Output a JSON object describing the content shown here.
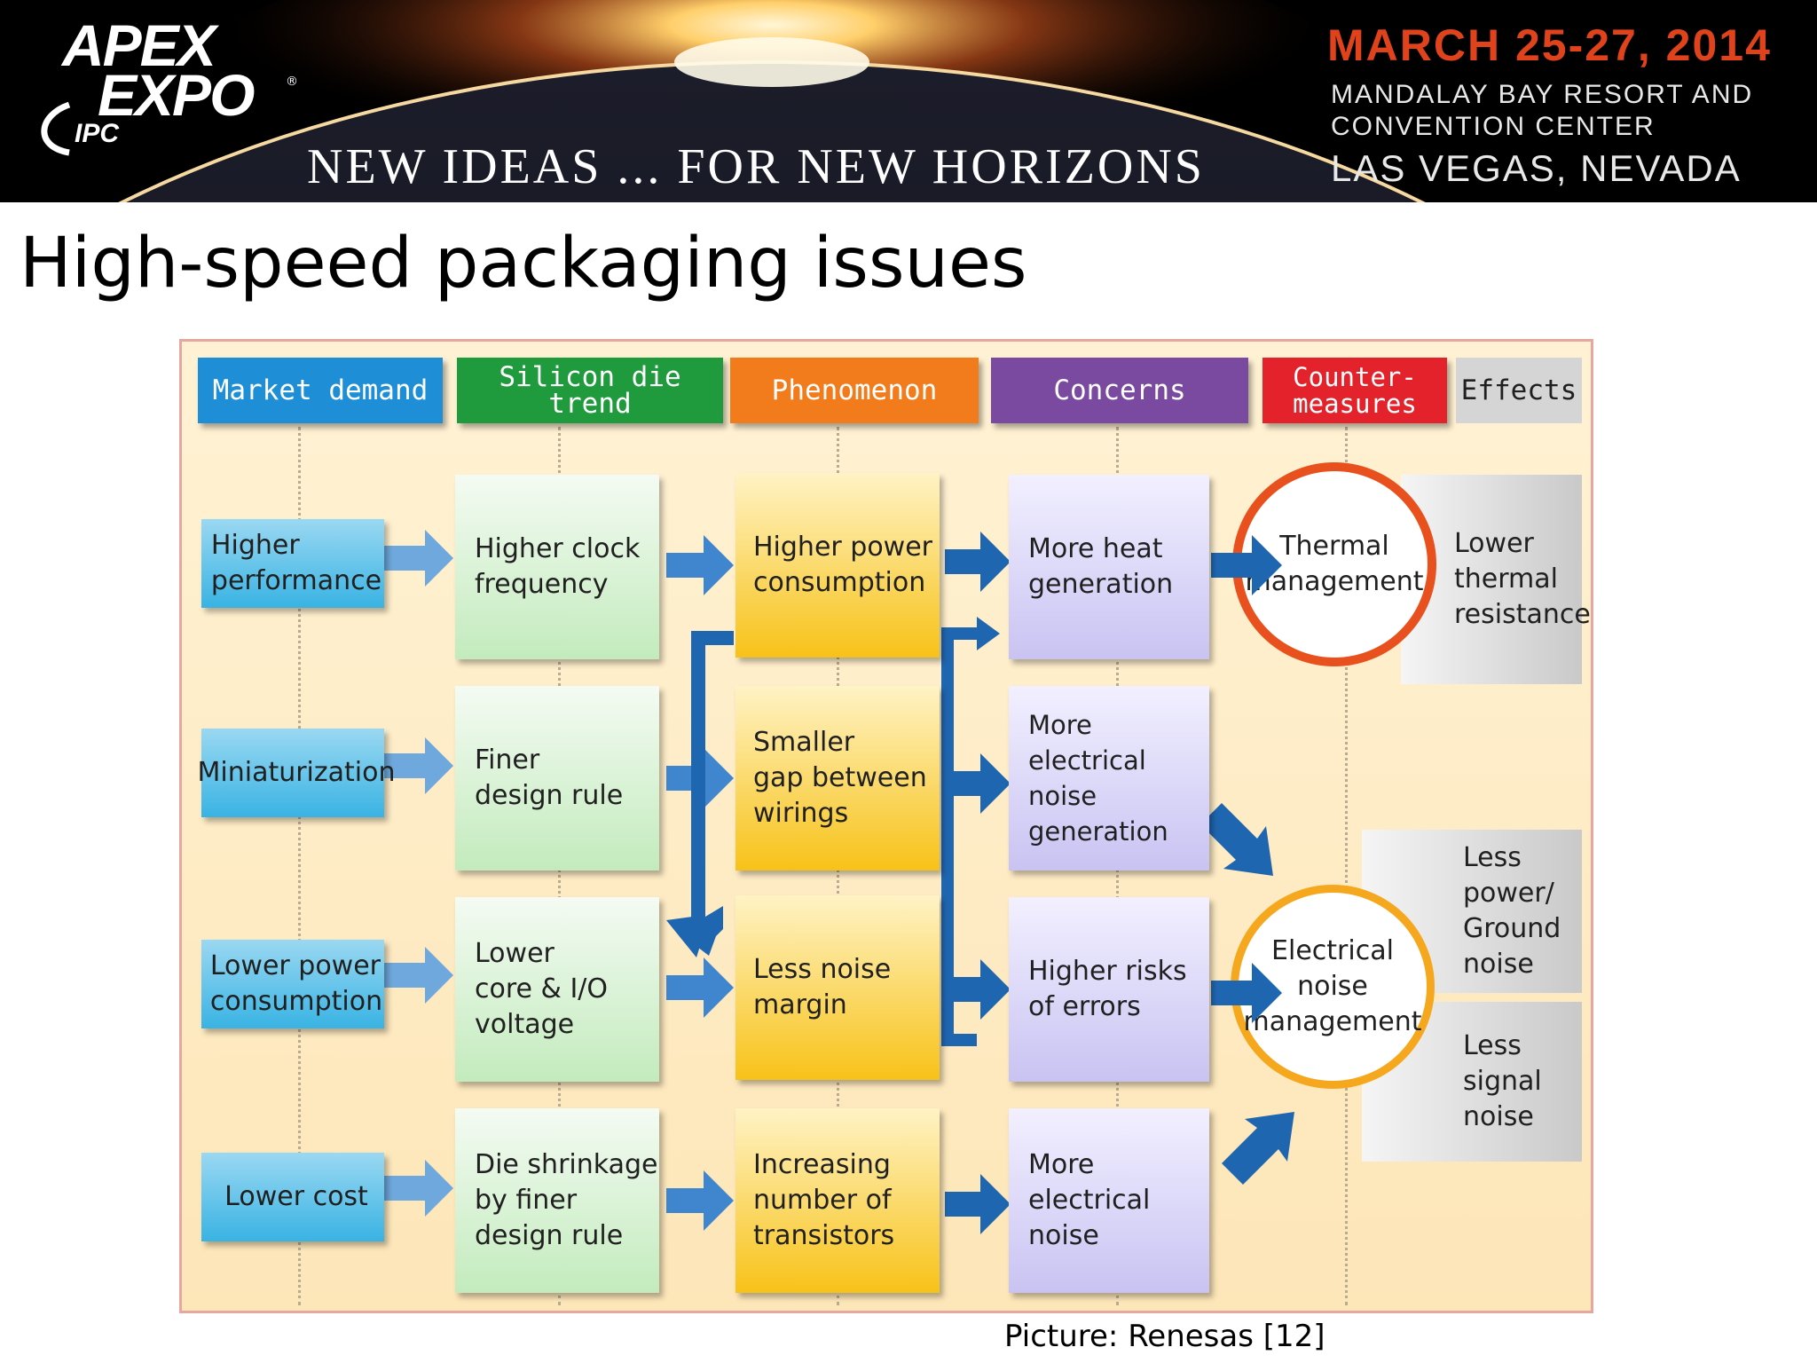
{
  "banner": {
    "logo_apex": "APEX",
    "logo_expo": "EXPO",
    "logo_reg": "®",
    "logo_ipc": "IPC",
    "tagline": "NEW IDEAS ... FOR NEW HORIZONS",
    "date": "MARCH 25-27, 2014",
    "venue_line1": "MANDALAY BAY RESORT AND",
    "venue_line2": "CONVENTION CENTER",
    "venue_line3": "LAS VEGAS, NEVADA"
  },
  "slide": {
    "title": "High-speed packaging issues",
    "caption": "Picture: Renesas [12]"
  },
  "diagram": {
    "headers": {
      "market": "Market demand",
      "silicon": "Silicon die trend",
      "phenomenon": "Phenomenon",
      "concerns": "Concerns",
      "counter": "Counter-\nmeasures",
      "effects": "Effects"
    },
    "market": [
      "Higher\nperformance",
      "Miniaturization",
      "Lower power\nconsumption",
      "Lower cost"
    ],
    "silicon": [
      "Higher clock\nfrequency",
      "Finer\ndesign rule",
      "Lower\ncore & I/O\nvoltage",
      "Die shrinkage\nby finer\ndesign rule"
    ],
    "phenomenon": [
      "Higher power\nconsumption",
      "Smaller\ngap between\nwirings",
      "Less noise\nmargin",
      "Increasing\nnumber of\ntransistors"
    ],
    "concerns": [
      "More heat\ngeneration",
      "More\nelectrical noise\ngeneration",
      "Higher risks\nof errors",
      "More\nelectrical\nnoise"
    ],
    "countermeasures": [
      "Thermal\nmanagement",
      "Electrical\nnoise\nmanagement"
    ],
    "effects": [
      "Lower\nthermal\nresistance",
      "Less\npower/\nGround\nnoise",
      "Less\nsignal\nnoise"
    ],
    "colors": {
      "market": "#1e8fd6",
      "silicon": "#1f9a3c",
      "phenomenon": "#f27c1b",
      "concerns": "#7a4aa0",
      "counter": "#e3222b",
      "effects": "#d5d5d5",
      "arrow_light": "#6ea8dc",
      "arrow_dark": "#1f66b0",
      "thermal_ring": "#e8501e",
      "noise_ring": "#f5a81d"
    }
  }
}
